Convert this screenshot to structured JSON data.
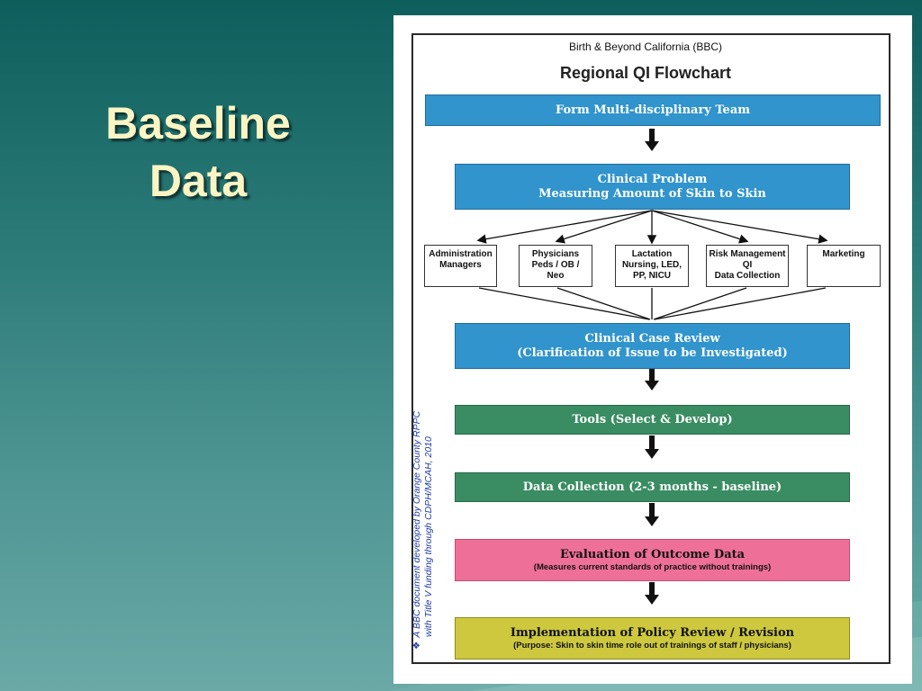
{
  "slide": {
    "title_line1": "Baseline",
    "title_line2": "Data"
  },
  "doc": {
    "header_small": "Birth & Beyond California (BBC)",
    "header_title": "Regional QI Flowchart",
    "step1": "Form Multi-disciplinary Team",
    "step2_line1": "Clinical Problem",
    "step2_line2": "Measuring Amount of Skin to Skin",
    "groups": [
      {
        "line1": "Administration",
        "line2": "Managers",
        "line3": ""
      },
      {
        "line1": "Physicians",
        "line2": "Peds / OB /",
        "line3": "Neo"
      },
      {
        "line1": "Lactation",
        "line2": "Nursing, LED,",
        "line3": "PP, NICU"
      },
      {
        "line1": "Risk Management",
        "line2": "QI",
        "line3": "Data Collection"
      },
      {
        "line1": "Marketing",
        "line2": "",
        "line3": ""
      }
    ],
    "step3_line1": "Clinical Case Review",
    "step3_line2": "(Clarification of Issue to be Investigated)",
    "step4": "Tools (Select & Develop)",
    "step5": "Data Collection (2-3 months - baseline)",
    "step6_line1": "Evaluation of Outcome Data",
    "step6_line2": "(Measures current standards of practice without trainings)",
    "step7_line1": "Implementation of Policy Review / Revision",
    "step7_line2": "(Purpose: Skin to skin time role out of trainings of staff / physicians)",
    "side_bullet": "❖",
    "side_line1": "A BBC document developed by Orange County RPPC",
    "side_line2": "with Title V funding through CDPH/MCAH, 2010"
  },
  "colors": {
    "background": "#2b7a78",
    "title_text": "#fbf5c4",
    "blue_box": "#3194cc",
    "green_box": "#3a8c62",
    "pink_box": "#ee6f97",
    "olive_box": "#cdc83d",
    "side_note_text": "#1d3aa8"
  }
}
